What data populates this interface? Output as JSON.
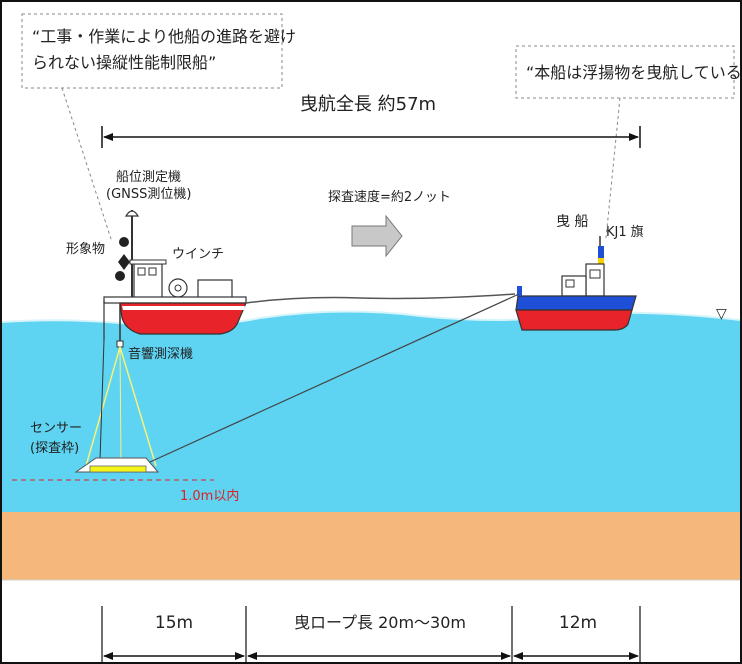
{
  "callouts": {
    "left_line1": "“工事・作業により他船の進路を避け",
    "left_line2": "られない操縦性能制限船”",
    "right": "“本船は浮揚物を曳航している”"
  },
  "dimensions": {
    "total": "曳航全長 約57m",
    "left": "15m",
    "middle": "曳ロープ長 20m～30m",
    "right": "12m"
  },
  "labels": {
    "gnss_line1": "船位測定機",
    "gnss_line2": "(GNSS測位機)",
    "shape_mark": "形象物",
    "winch": "ウインチ",
    "speed": "探査速度=約2ノット",
    "towing_ship": "曳 船",
    "flag": "KJ1 旗",
    "echo_sounder": "音響測深機",
    "sensor_line1": "センサー",
    "sensor_line2": "(探査枠)",
    "seabed_distance": "1.0m以内",
    "water_level_mark": "▽"
  },
  "colors": {
    "sky": "#ffffff",
    "sea": "#5ed3f2",
    "seabed": "#f5b77a",
    "hull_red": "#e8232a",
    "hull_blue": "#1f4fd6",
    "sensor_yellow": "#f4f41a",
    "warning_red": "#e02020"
  }
}
